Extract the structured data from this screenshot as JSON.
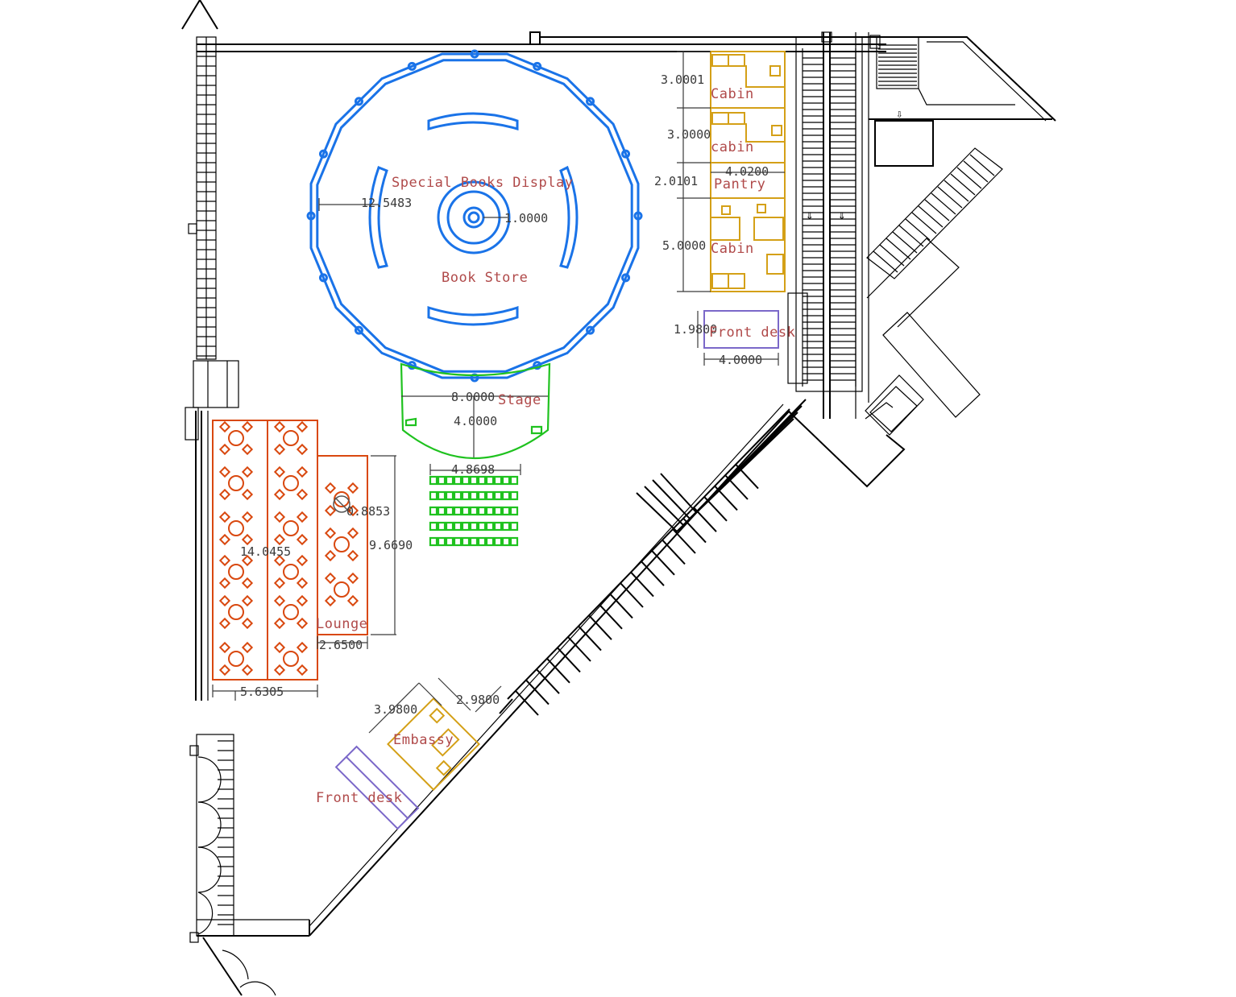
{
  "labels": {
    "special_books_display": "Special Books Display",
    "book_store": "Book Store",
    "stage": "Stage",
    "lounge": "Lounge",
    "embassy": "Embassy",
    "front_desk_lower": "Front desk",
    "front_desk_upper": "Front desk",
    "cabin_1": "Cabin",
    "cabin_2": "cabin",
    "pantry": "Pantry",
    "cabin_3": "Cabin"
  },
  "dimensions": {
    "bookstore_radius": "12.5483",
    "center_radius": "1.0000",
    "stage_width": "8.0000",
    "stage_depth": "4.0000",
    "seating_width": "4.8698",
    "lounge_length": "14.0455",
    "lounge_width": "5.6305",
    "lounge_inner_length": "9.6690",
    "lounge_inner_width": "2.6500",
    "table_size": "0.8853",
    "cabin_1": "3.0001",
    "cabin_2": "3.0000",
    "pantry": "2.0101",
    "cabin_3": "5.0000",
    "cabins_width": "4.0200",
    "front_desk_depth": "1.9800",
    "front_desk_width": "4.0000",
    "embassy_depth": "3.9800",
    "embassy_width": "2.9800"
  },
  "colors": {
    "bookstore": "#1a73e8",
    "stage": "#1fc21f",
    "lounge": "#d9480f",
    "cabins": "#d4a017",
    "front_desk": "#7b68c9",
    "label_text": "#b04a4a"
  },
  "icons": {
    "north_arrow": "north-arrow-icon",
    "escalator_arrows": "arrow-down-icon"
  }
}
